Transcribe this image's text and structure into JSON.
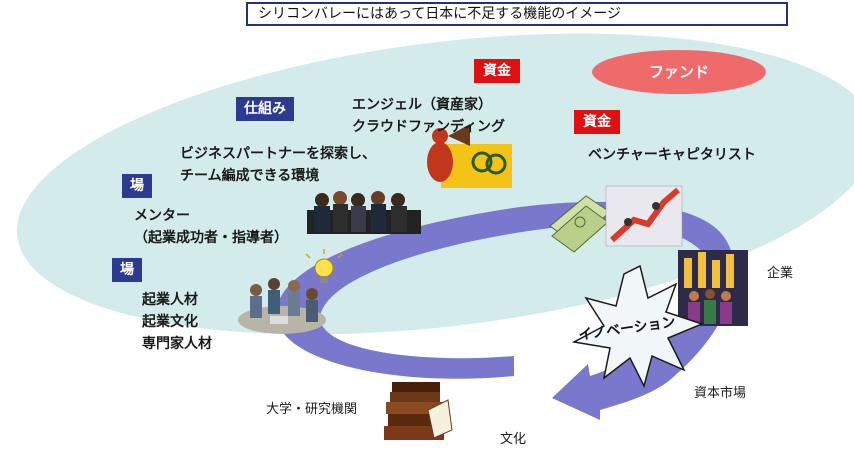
{
  "title": "シリコンバレーにはあって日本に不足する機能のイメージ",
  "tags": {
    "shikumi": "仕組み",
    "ba_1": "場",
    "ba_2": "場",
    "shikin_1": "資金",
    "shikin_2": "資金"
  },
  "fund": "ファンド",
  "angel": [
    "エンジェル（資産家）",
    "クラウドファンディング"
  ],
  "vc": "ベンチャーキャピタリスト",
  "partner": [
    "ビジネスパートナーを探索し、",
    "チーム編成できる環境"
  ],
  "mentor": [
    "メンター",
    "（起業成功者・指導者）"
  ],
  "entrepreneur": [
    "起業人材",
    "起業文化",
    "専門家人材"
  ],
  "university": "大学・研究機関",
  "culture": "文化",
  "company": "企業",
  "capital_market": "資本市場",
  "innovation": "イノベーション",
  "colors": {
    "ellipse": "#d3eceb",
    "arrow": "#7a78cc",
    "fund": "#ef6b6b",
    "tag_blue": "#2c3a8f",
    "tag_red": "#e01010",
    "title_border": "#2b2f7a"
  },
  "icons": [
    "businessmen-group-icon",
    "megaphone-icon",
    "money-stack-icon",
    "growth-graph-icon",
    "lightbulb-icon",
    "meeting-team-icon",
    "city-crowd-icon",
    "books-icon",
    "burst-star-icon"
  ]
}
